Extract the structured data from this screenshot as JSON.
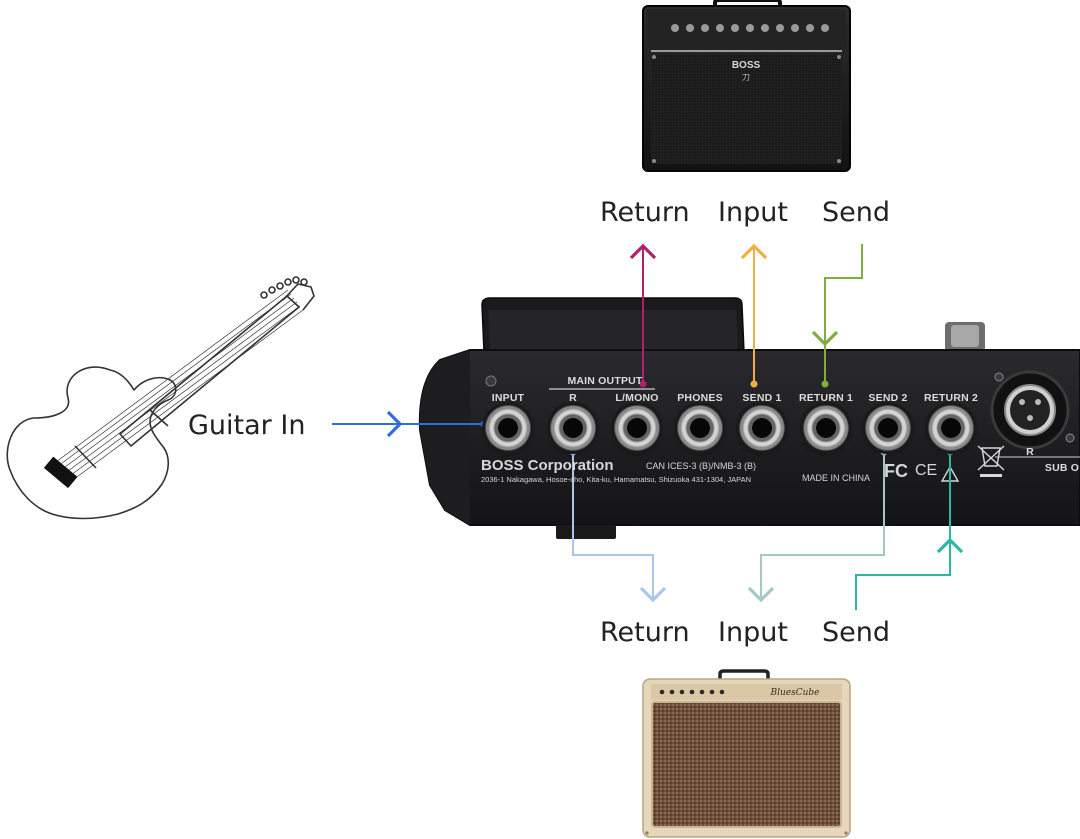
{
  "diagram": {
    "guitar_label": "Guitar In",
    "top_amp": {
      "labels": {
        "return": "Return",
        "input": "Input",
        "send": "Send"
      },
      "logo": "BOSS"
    },
    "bottom_amp": {
      "labels": {
        "return": "Return",
        "input": "Input",
        "send": "Send"
      },
      "logo": "BluesCube"
    },
    "unit_panel": {
      "main_output_label": "MAIN OUTPUT",
      "jacks": [
        {
          "label": "INPUT"
        },
        {
          "label": "R"
        },
        {
          "label": "L/MONO"
        },
        {
          "label": "PHONES"
        },
        {
          "label": "SEND 1"
        },
        {
          "label": "RETURN 1"
        },
        {
          "label": "SEND 2"
        },
        {
          "label": "RETURN 2"
        }
      ],
      "sub_out_r": "R",
      "sub_out_label": "SUB O",
      "brand": "BOSS Corporation",
      "address": "2036-1 Nakagawa, Hosoe-cho, Kita-ku, Hamamatsu, Shizuoka 431-1304, JAPAN",
      "certification": "CAN ICES-3 (B)/NMB-3 (B)",
      "made_in": "MADE IN CHINA",
      "fcc_mark": "FC",
      "ce_mark": "CE"
    },
    "colors": {
      "guitar_in": "#2f6fd6",
      "top_return": "#b0206e",
      "top_input": "#f2ad45",
      "top_send": "#7fae3c",
      "bottom_return": "#a9c7ec",
      "bottom_input": "#a3c9c4",
      "bottom_send": "#2bb8a3"
    }
  }
}
